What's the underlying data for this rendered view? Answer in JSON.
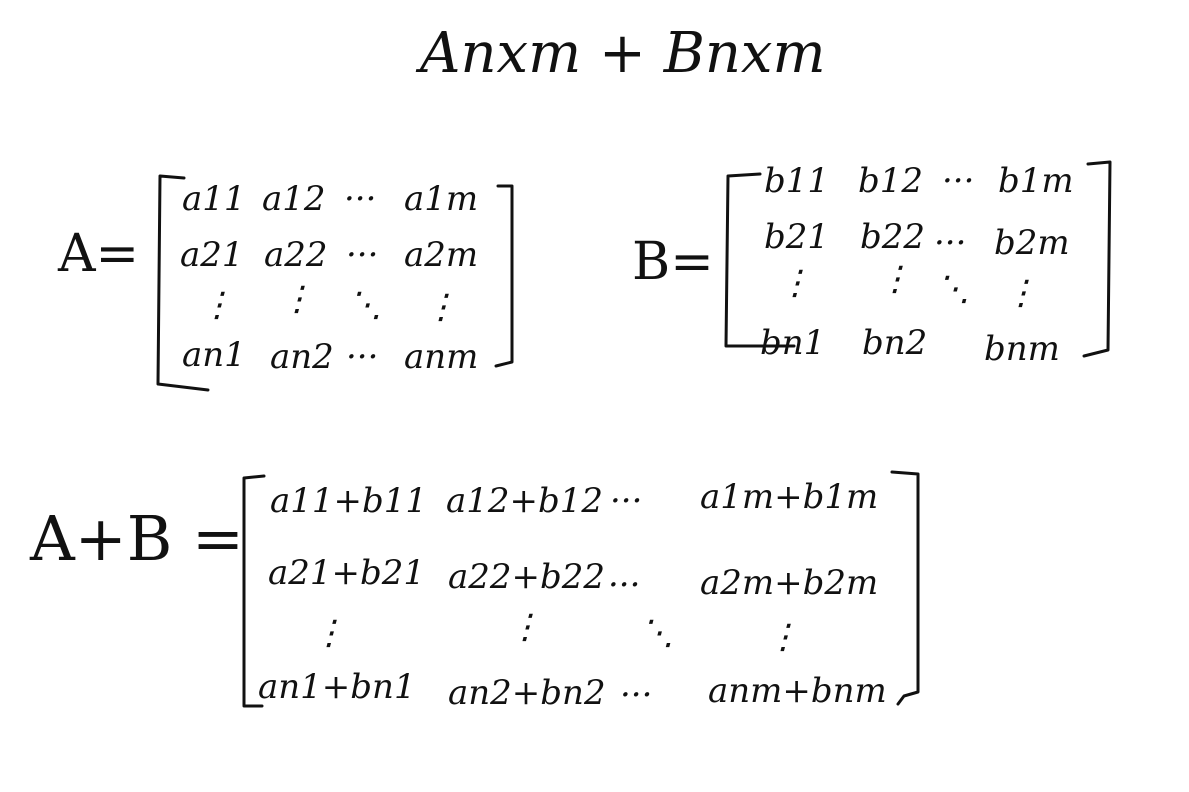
{
  "title": "Anxm + Bnxm",
  "matrix_a": {
    "label": "A=",
    "rows": [
      [
        "a11",
        "a12",
        "···",
        "a1m"
      ],
      [
        "a21",
        "a22",
        "···",
        "a2m"
      ],
      [
        "⋮",
        "⋮",
        "⋱",
        "⋮"
      ],
      [
        "an1",
        "an2",
        "···",
        "anm"
      ]
    ]
  },
  "matrix_b": {
    "label": "B=",
    "rows": [
      [
        "b11",
        "b12",
        "···",
        "b1m"
      ],
      [
        "b21",
        "b22",
        "···",
        "b2m"
      ],
      [
        "⋮",
        "⋮",
        "⋱",
        "⋮"
      ],
      [
        "bn1",
        "bn2",
        "",
        "bnm"
      ]
    ]
  },
  "matrix_sum": {
    "label": "A+B =",
    "rows": [
      [
        "a11+b11",
        "a12+b12",
        "···",
        "a1m+b1m"
      ],
      [
        "a21+b21",
        "a22+b22",
        "···",
        "a2m+b2m"
      ],
      [
        "⋮",
        "⋮",
        "⋱",
        "⋮"
      ],
      [
        "an1+bn1",
        "an2+bn2",
        "···",
        "anm+bnm"
      ]
    ]
  }
}
